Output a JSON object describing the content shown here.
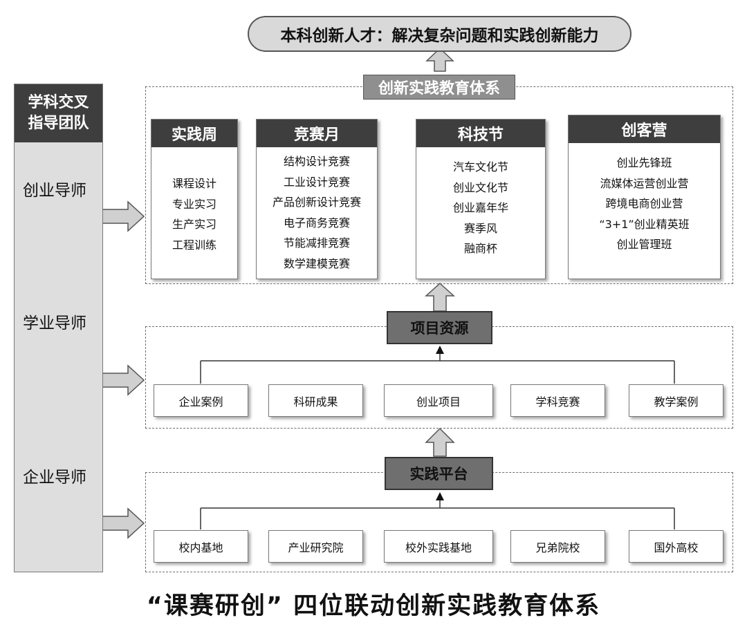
{
  "top_goal": "本科创新人才：解决复杂问题和实践创新能力",
  "system_label": "创新实践教育体系",
  "left_panel": {
    "header_line1": "学科交叉",
    "header_line2": "指导团队",
    "mentors": [
      "创业导师",
      "学业导师",
      "企业导师"
    ]
  },
  "columns": [
    {
      "title": "实践周",
      "items": [
        "课程设计",
        "专业实习",
        "生产实习",
        "工程训练"
      ]
    },
    {
      "title": "竞赛月",
      "items": [
        "结构设计竞赛",
        "工业设计竞赛",
        "产品创新设计竞赛",
        "电子商务竞赛",
        "节能减排竞赛",
        "数学建模竞赛"
      ]
    },
    {
      "title": "科技节",
      "items": [
        "汽车文化节",
        "创业文化节",
        "创业嘉年华",
        "赛季风",
        "融商杯"
      ]
    },
    {
      "title": "创客营",
      "items": [
        "创业先锋班",
        "流媒体运营创业营",
        "跨境电商创业营",
        "“3+1”创业精英班",
        "创业管理班"
      ]
    }
  ],
  "project_resources": {
    "label": "项目资源",
    "items": [
      "企业案例",
      "科研成果",
      "创业项目",
      "学科竞赛",
      "教学案例"
    ]
  },
  "practice_platform": {
    "label": "实践平台",
    "items": [
      "校内基地",
      "产业研究院",
      "校外实践基地",
      "兄弟院校",
      "国外高校"
    ]
  },
  "caption": "“课赛研创” 四位联动创新实践教育体系",
  "colors": {
    "dark": "#3e3e3e",
    "mid": "#6f6f6f",
    "light": "#d9d9d9",
    "panel": "#dedede"
  }
}
